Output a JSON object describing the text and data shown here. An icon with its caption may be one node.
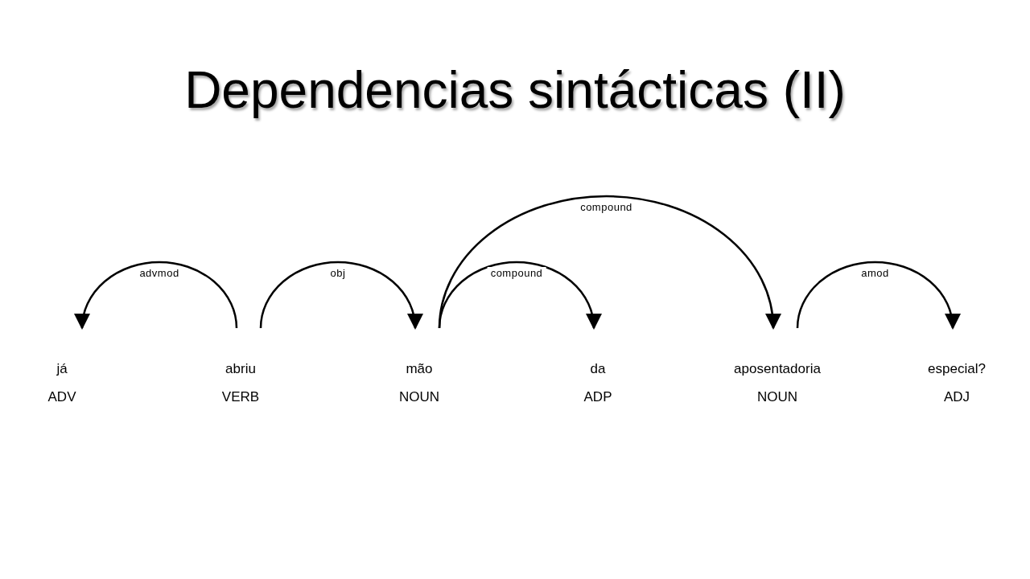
{
  "diagram": {
    "title": "Dependencias sintácticas (II)",
    "nodes": [
      {
        "text": [
          "já",
          "ADV"
        ]
      },
      {
        "text": [
          "abriu",
          "VERB"
        ]
      },
      {
        "text": [
          "mão",
          "NOUN"
        ]
      },
      {
        "text": [
          "da",
          "ADP"
        ]
      },
      {
        "text": [
          "aposentadoria",
          "NOUN"
        ]
      },
      {
        "text": [
          "especial?",
          "ADJ"
        ]
      }
    ],
    "edges": [
      {
        "from": 1,
        "to": 0,
        "arrow": "to",
        "label": "advmod"
      },
      {
        "from": 1,
        "to": 2,
        "arrow": "to",
        "label": "obj"
      },
      {
        "from": 2,
        "to": 3,
        "arrow": "to",
        "label": "compound"
      },
      {
        "from": 2,
        "to": 4,
        "arrow": "to",
        "label": "compound"
      },
      {
        "from": 4,
        "to": 5,
        "arrow": "to",
        "label": "amod"
      }
    ]
  }
}
